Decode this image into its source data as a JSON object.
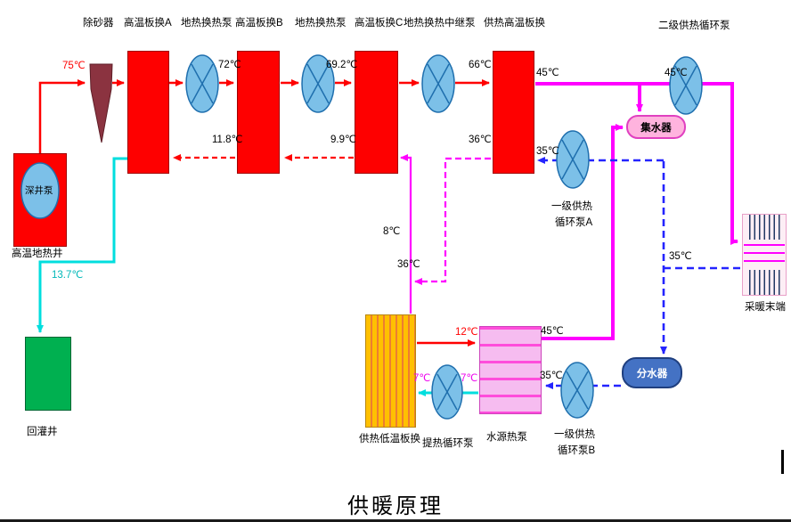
{
  "title": "供暖原理",
  "colors": {
    "geothermal_supply_red": "#ff0000",
    "geothermal_return_red_dashed": "#ff0000",
    "reinjection_cyan": "#00dede",
    "heating_supply_magenta": "#ff00ff",
    "heating_return_blue_dashed": "#2424ff",
    "exchanger_red": "#fe0000",
    "reinjection_well_green": "#00b050",
    "pump_blue": "#7cc0e8",
    "low_temp_exchanger_yellow": "#ffc000",
    "collector_pink": "#ffb3de",
    "distributor_blue": "#4472c4",
    "sand_remover_maroon": "#8b3340"
  },
  "labels": {
    "sand_remover": "除砂器",
    "hx_a": "高温板换A",
    "geo_pump_1": "地热换热泵",
    "hx_b": "高温板换B",
    "geo_pump_2": "地热换热泵",
    "hx_c": "高温板换C",
    "relay_pump": "地热换热中继泵",
    "hx_supply_high": "供热高温板换",
    "secondary_pump": "二级供热循环泵",
    "collector": "集水器",
    "primary_pump_a_1": "一级供热",
    "primary_pump_a_2": "循环泵A",
    "deep_well_pump": "深井泵",
    "geo_well": "高温地热井",
    "reinjection_well": "回灌井",
    "hx_supply_low": "供热低温板换",
    "extract_pump": "提热循环泵",
    "water_source_hp": "水源热泵",
    "primary_pump_b_1": "一级供热",
    "primary_pump_b_2": "循环泵B",
    "distributor": "分水器",
    "heating_terminal": "采暖末端"
  },
  "temperatures": {
    "well_outlet": "75℃",
    "after_hx_a": "72℃",
    "after_hx_b": "69.2℃",
    "after_hx_c": "66℃",
    "supply_hx_outlet": "45℃",
    "secondary_pump_inlet": "45℃",
    "return_before_hx_a": "11.8℃",
    "return_before_hx_b": "9.9℃",
    "supply_hx_primary_return": "36℃",
    "supply_hx_secondary_inlet": "35℃",
    "reinjection": "13.7℃",
    "low_hx_primary_outlet": "8℃",
    "low_hx_feed": "36℃",
    "hp_evaporator_inlet": "12℃",
    "low_hx_secondary_inlet": "7℃",
    "hp_evaporator_outlet": "7℃",
    "hp_condenser_outlet": "45℃",
    "hp_condenser_inlet": "35℃",
    "terminal_return": "35℃"
  }
}
